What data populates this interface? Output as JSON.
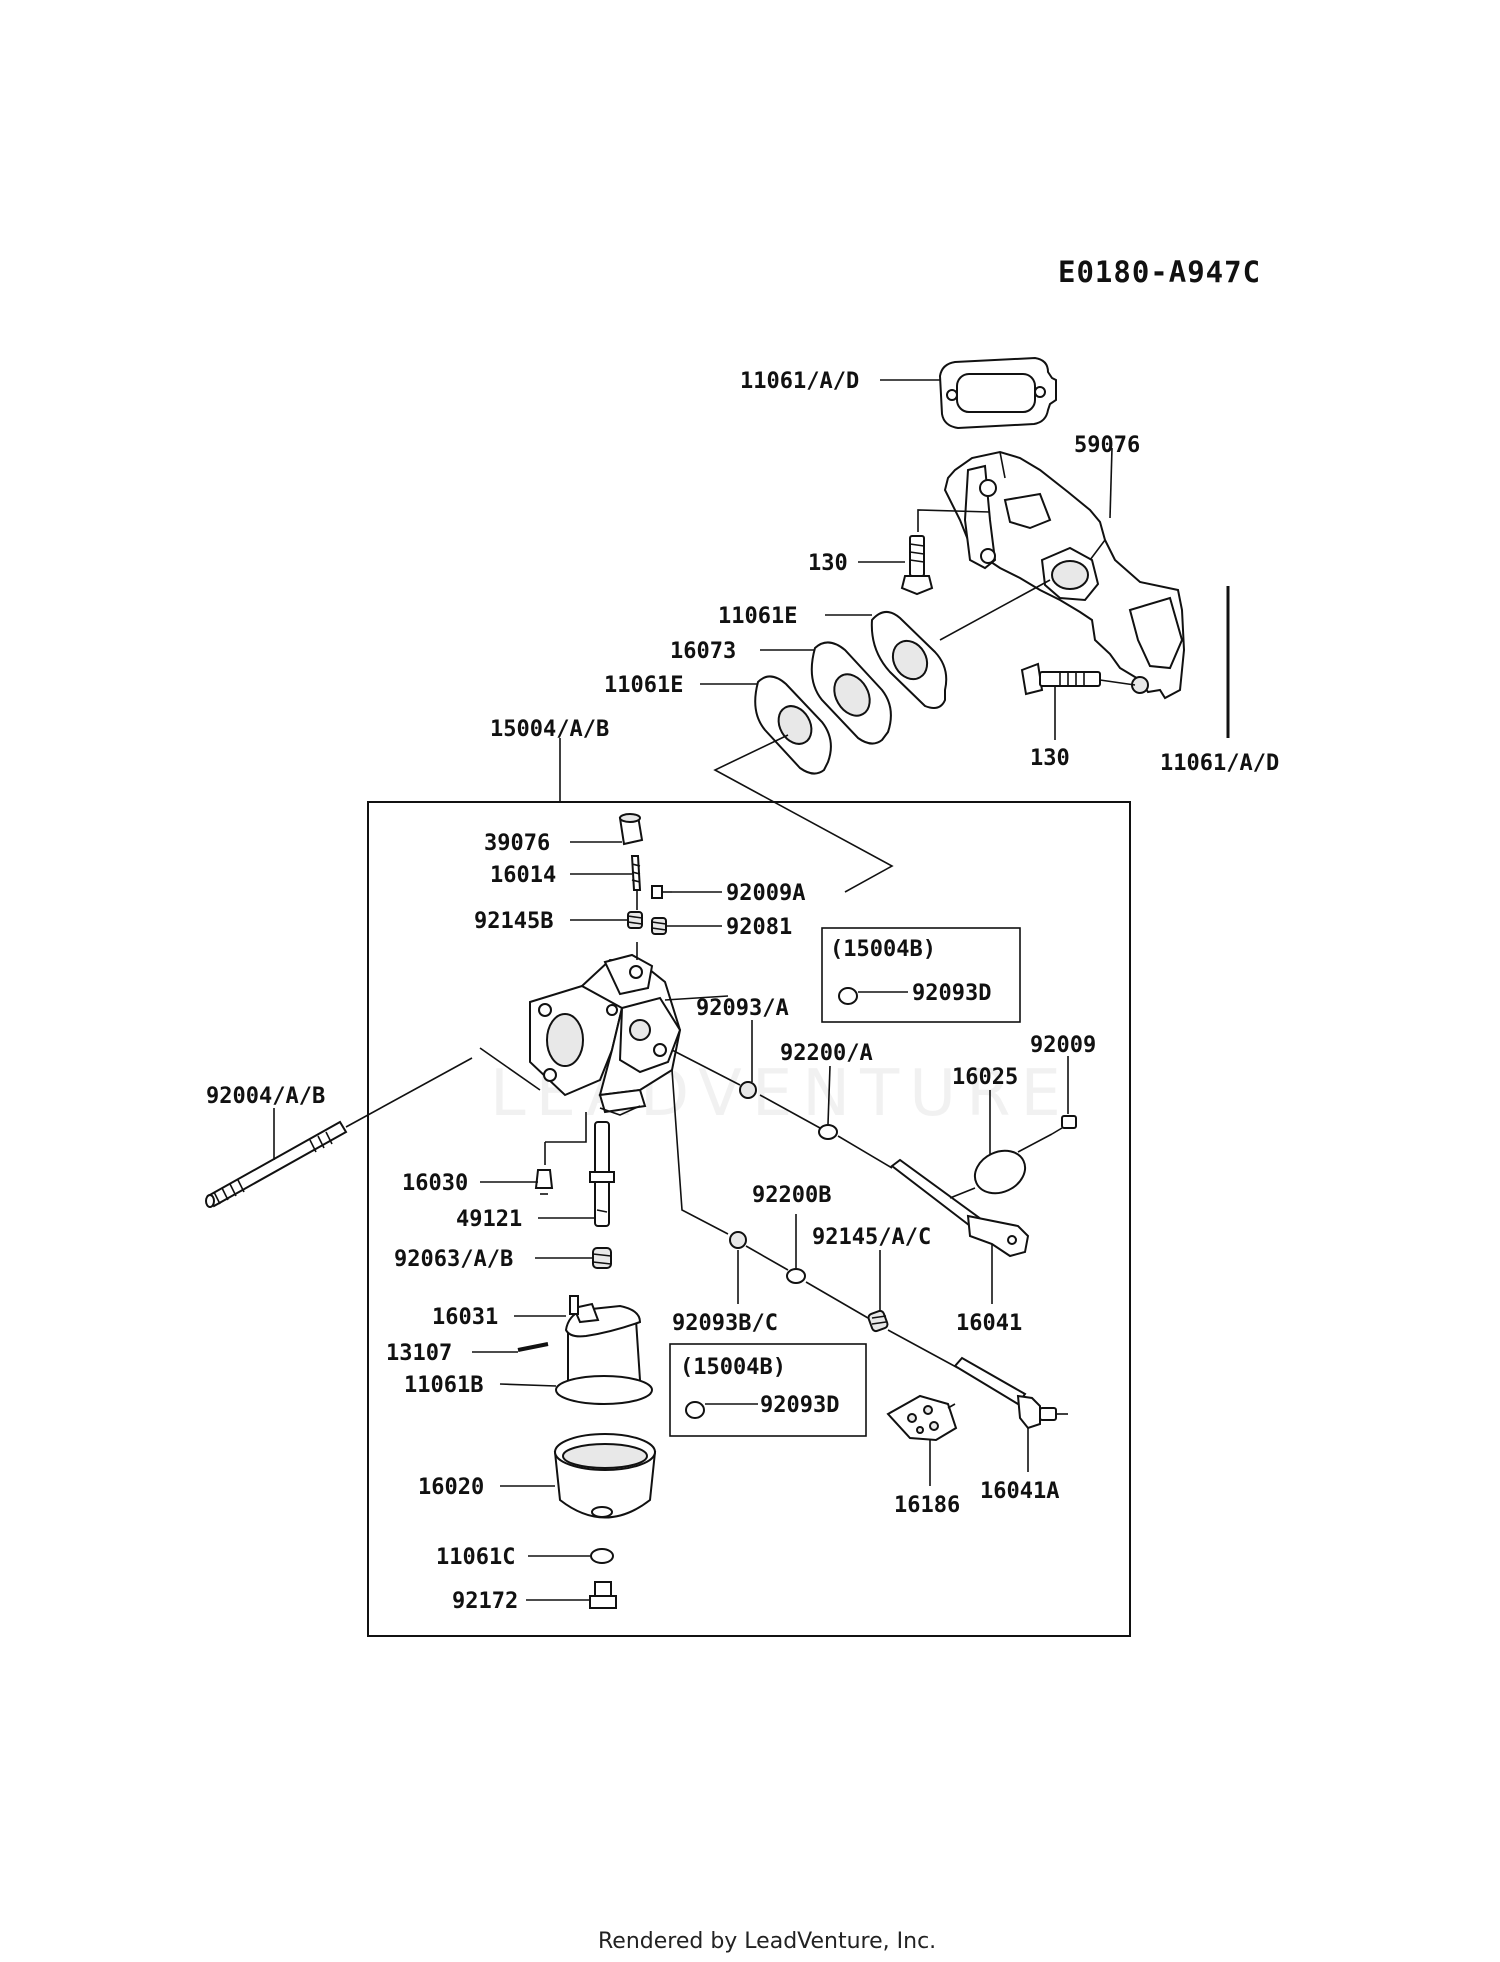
{
  "diagram_code": "E0180-A947C",
  "footer": "Rendered by LeadVenture, Inc.",
  "watermark": "LEADVENTURE",
  "parts": {
    "p11061_a_d_top": "11061/A/D",
    "p59076": "59076",
    "p130_top": "130",
    "p11061e_1": "11061E",
    "p16073": "16073",
    "p11061e_2": "11061E",
    "p130_bottom": "130",
    "p11061_a_d_right": "11061/A/D",
    "p15004": "15004/A/B",
    "p39076": "39076",
    "p16014": "16014",
    "p92009a": "92009A",
    "p92145b": "92145B",
    "p92081": "92081",
    "p92093_a": "92093/A",
    "p92200_a": "92200/A",
    "p92009": "92009",
    "p16025": "16025",
    "p92004": "92004/A/B",
    "p16030": "16030",
    "p49121": "49121",
    "p92063": "92063/A/B",
    "p92200b": "92200B",
    "p92145_a_c": "92145/A/C",
    "p16041": "16041",
    "p16031": "16031",
    "p13107": "13107",
    "p11061b": "11061B",
    "p92093b_c": "92093B/C",
    "p16020": "16020",
    "p16186": "16186",
    "p16041a": "16041A",
    "p11061c": "11061C",
    "p92172": "92172"
  },
  "inset_boxes": [
    {
      "title": "(15004B)",
      "part": "92093D"
    },
    {
      "title": "(15004B)",
      "part": "92093D"
    }
  ]
}
